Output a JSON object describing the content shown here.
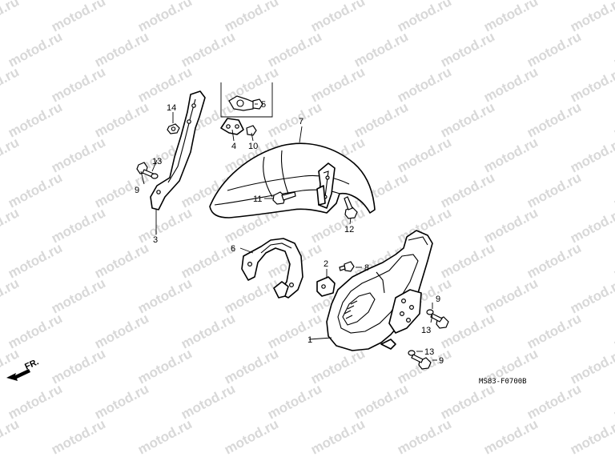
{
  "watermark": "motod.ru",
  "diagram_code": "MS83-F0700B",
  "direction": "FR.",
  "labels": {
    "p1": "1",
    "p2": "2",
    "p3": "3",
    "p4": "4",
    "p5": "5",
    "p6": "6",
    "p7": "7",
    "p8": "8",
    "p9a": "9",
    "p9b": "9",
    "p9c": "9",
    "p10": "10",
    "p11": "11",
    "p12": "12",
    "p13a": "13",
    "p13b": "13",
    "p13c": "13",
    "p14": "14"
  }
}
